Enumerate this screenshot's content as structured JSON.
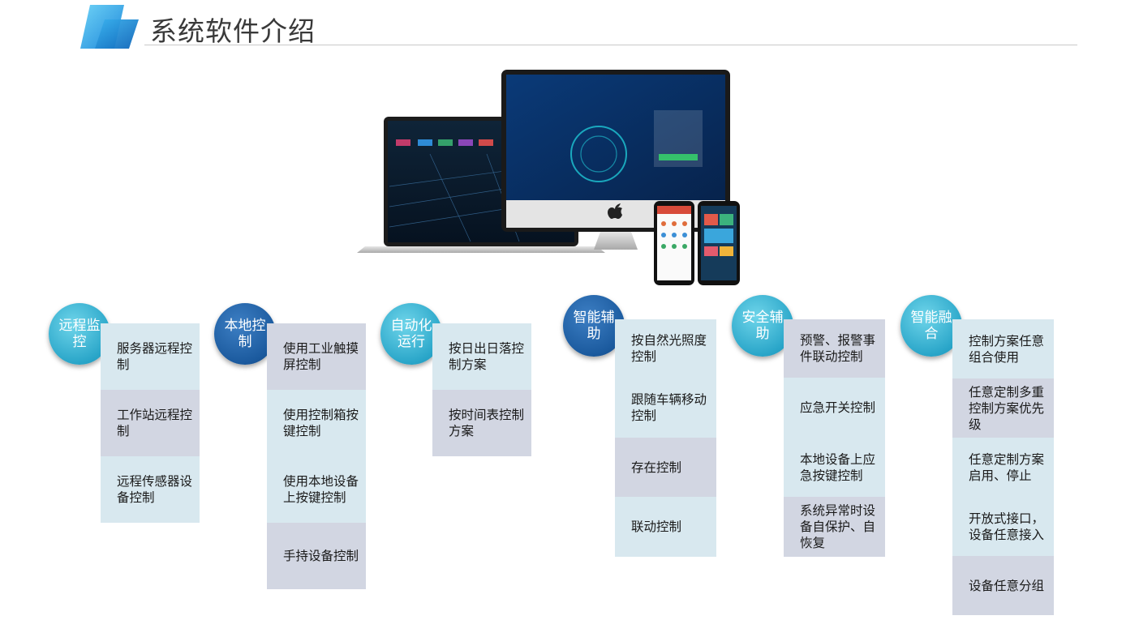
{
  "page": {
    "title": "系统软件介绍"
  },
  "colors": {
    "accent_light": "#2aa6c9",
    "accent_dark": "#1b5a9e",
    "cell_light": "#d8e8ef",
    "cell_gray": "#d2d6e2"
  },
  "columns": [
    {
      "heading": "远程监控",
      "items": [
        "服务器远程控制",
        "工作站远程控制",
        "远程传感器设备控制"
      ]
    },
    {
      "heading": "本地控制",
      "items": [
        "使用工业触摸屏控制",
        "使用控制箱按键控制",
        "使用本地设备上按键控制",
        "手持设备控制"
      ]
    },
    {
      "heading": "自动化运行",
      "items": [
        "按日出日落控制方案",
        "按时间表控制方案"
      ]
    },
    {
      "heading": "智能辅助",
      "items": [
        "按自然光照度控制",
        "跟随车辆移动控制",
        "存在控制",
        "联动控制"
      ]
    },
    {
      "heading": "安全辅助",
      "items": [
        "预警、报警事件联动控制",
        "应急开关控制",
        "本地设备上应急按键控制",
        "系统异常时设备自保护、自恢复"
      ]
    },
    {
      "heading": "智能融合",
      "items": [
        "控制方案任意组合使用",
        "任意定制多重控制方案优先级",
        "任意定制方案启用、停止",
        "开放式接口，设备任意接入",
        "设备任意分组"
      ]
    }
  ]
}
